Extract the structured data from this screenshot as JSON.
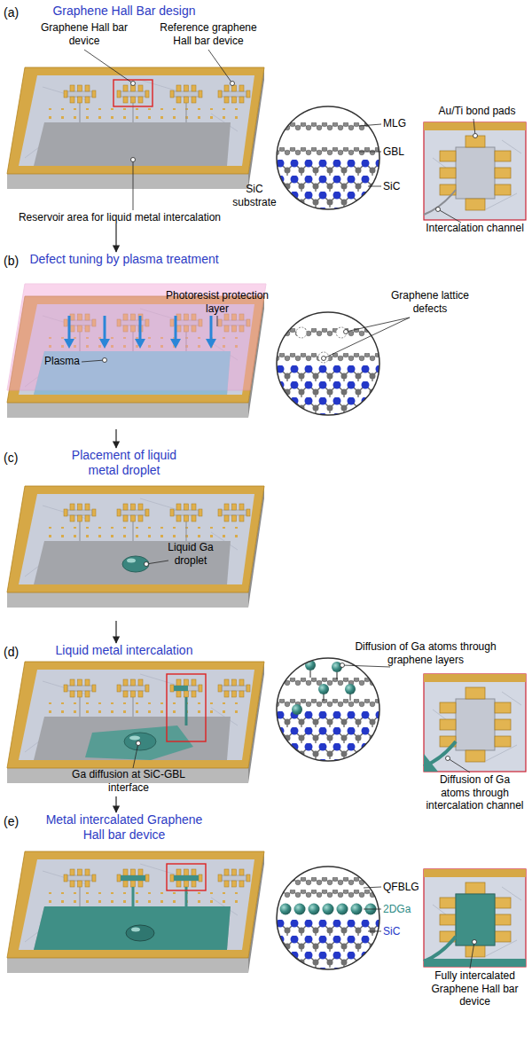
{
  "diagram": {
    "nodes": [
      {
        "text": [
          "Graphene Hall Bar design"
        ]
      },
      {
        "text": [
          "Defect tuning by plasma treatment"
        ]
      },
      {
        "text": [
          "Placement of liquid metal droplet"
        ]
      },
      {
        "text": [
          "Liquid metal intercalation"
        ]
      },
      {
        "text": [
          "Metal intercalated Graphene Hall bar device"
        ]
      }
    ],
    "edges": [
      {
        "from": 0,
        "to": 1,
        "arrow": "to"
      },
      {
        "from": 1,
        "to": 2,
        "arrow": "to"
      },
      {
        "from": 2,
        "to": 3,
        "arrow": "to"
      },
      {
        "from": 3,
        "to": 4,
        "arrow": "to"
      }
    ],
    "labels": [
      "(a)",
      "Graphene Hall bar device",
      "Reference graphene Hall bar device",
      "MLG",
      "GBL",
      "SiC",
      "Au/Ti bond pads",
      "Reservoir area for liquid metal intercalation",
      "SiC substrate",
      "Intercalation channel",
      "(b)",
      "Plasma",
      "Photoresist protection layer",
      "Graphene lattice defects",
      "(c)",
      "Liquid Ga droplet",
      "(d)",
      "Diffusion of Ga atoms through graphene layers",
      "Ga diffusion at SiC-GBL interface",
      "Diffusion of Ga atoms through intercalation channel",
      "(e)",
      "QFBLG",
      "2DGa",
      "SiC",
      "Fully intercalated Graphene Hall bar device"
    ]
  }
}
